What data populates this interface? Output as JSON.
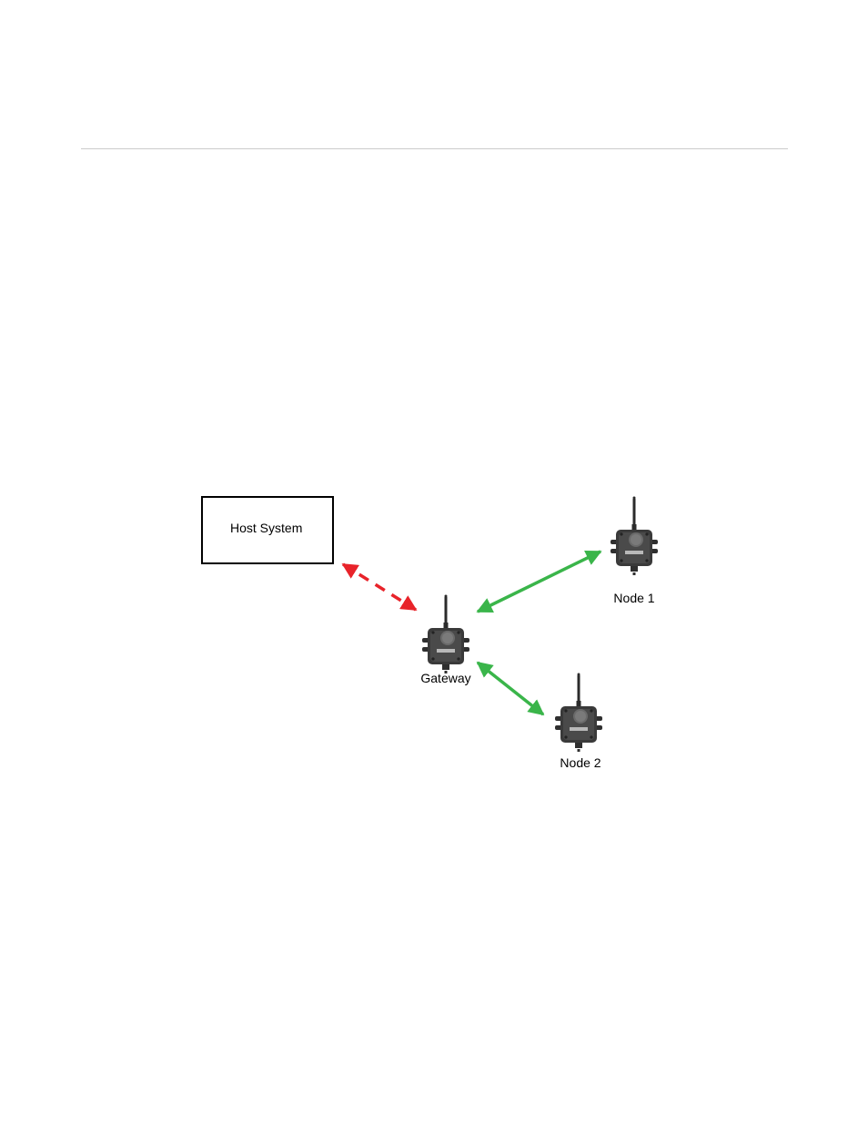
{
  "nodes": {
    "host": {
      "label": "Host System"
    },
    "gateway": {
      "label": "Gateway"
    },
    "node1": {
      "label": "Node 1"
    },
    "node2": {
      "label": "Node 2"
    }
  },
  "links": [
    {
      "from": "host",
      "to": "gateway",
      "style": "dashed",
      "color": "#e8232a",
      "direction": "bidirectional"
    },
    {
      "from": "gateway",
      "to": "node1",
      "style": "solid",
      "color": "#3ab54a",
      "direction": "bidirectional"
    },
    {
      "from": "gateway",
      "to": "node2",
      "style": "solid",
      "color": "#3ab54a",
      "direction": "bidirectional"
    }
  ],
  "device_icon": "wireless-radio-device-icon",
  "colors": {
    "divider": "#cccccc",
    "device_body": "#3a3a3a",
    "device_panel": "#5a5a5a",
    "device_label_plate": "#b8b8b8"
  }
}
